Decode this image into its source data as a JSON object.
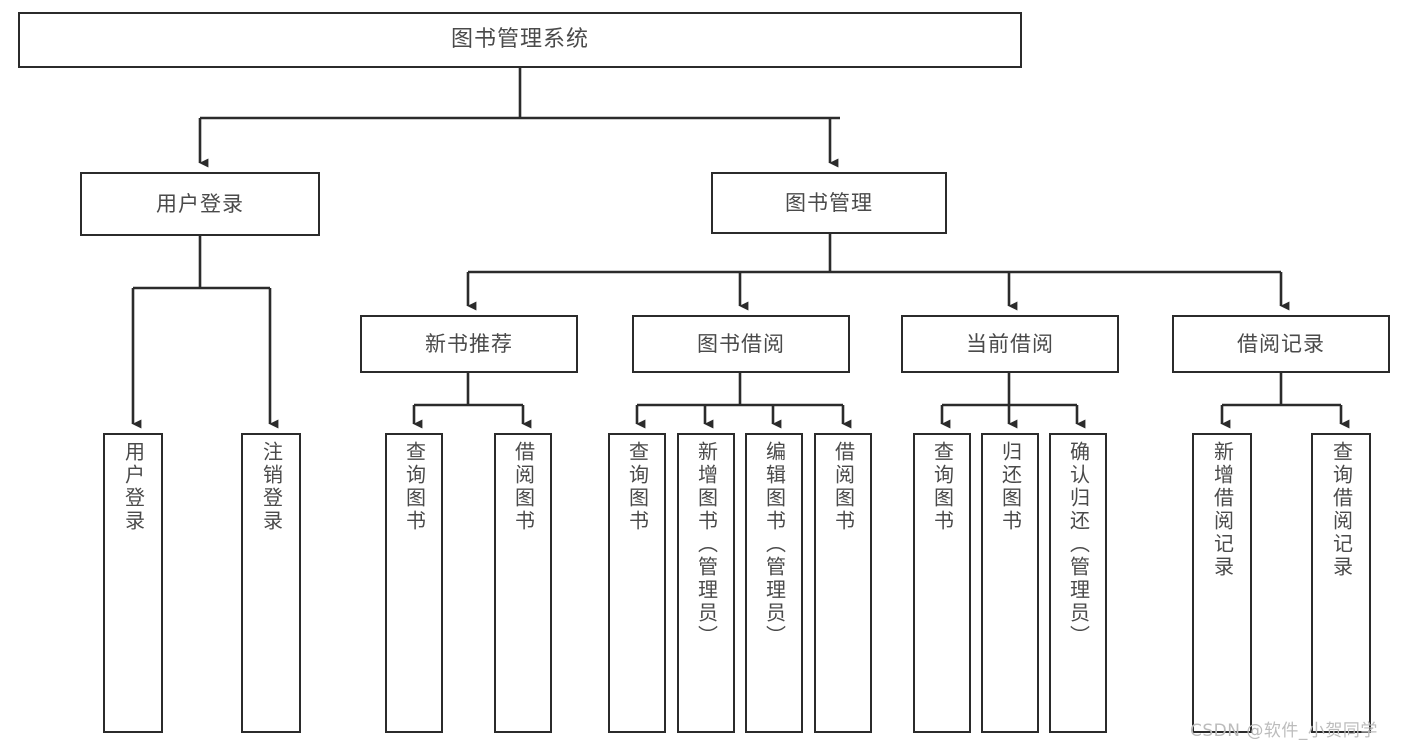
{
  "diagram": {
    "type": "tree-hierarchy",
    "title": "图书管理系统",
    "colors": {
      "box_border": "#2b2b2b",
      "box_fill": "#ffffff",
      "text": "#4a4a4a",
      "connector": "#2b2b2b",
      "watermark": "#bcbcbc",
      "background": "#ffffff"
    },
    "nodes": {
      "root": {
        "label": "图书管理系统"
      },
      "level2": [
        {
          "label": "用户登录"
        },
        {
          "label": "图书管理"
        }
      ],
      "level3": [
        {
          "label": "新书推荐"
        },
        {
          "label": "图书借阅"
        },
        {
          "label": "当前借阅"
        },
        {
          "label": "借阅记录"
        }
      ],
      "leaves": {
        "user_login": [
          {
            "label": "用户登录"
          },
          {
            "label": "注销登录"
          }
        ],
        "new_book_recommend": [
          {
            "label": "查询图书"
          },
          {
            "label": "借阅图书"
          }
        ],
        "book_borrow": [
          {
            "label": "查询图书"
          },
          {
            "label": "新增图书（管理员）"
          },
          {
            "label": "编辑图书（管理员）"
          },
          {
            "label": "借阅图书"
          }
        ],
        "current_borrow": [
          {
            "label": "查询图书"
          },
          {
            "label": "归还图书"
          },
          {
            "label": "确认归还（管理员）"
          }
        ],
        "borrow_record": [
          {
            "label": "新增借阅记录"
          },
          {
            "label": "查询借阅记录"
          }
        ]
      }
    }
  },
  "watermark": {
    "text": "CSDN @软件_小贺同学"
  }
}
